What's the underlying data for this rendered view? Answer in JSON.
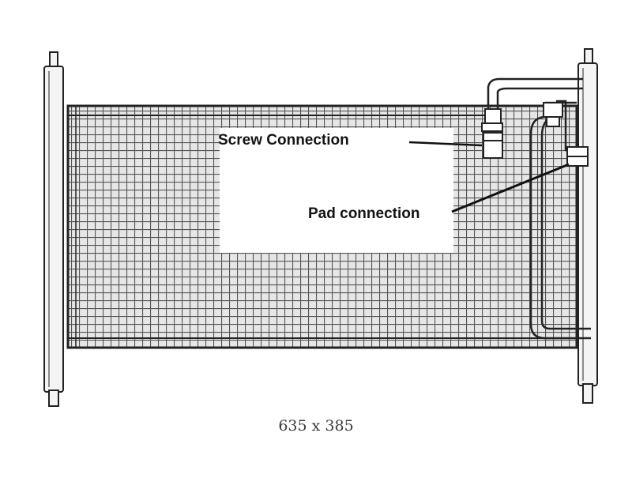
{
  "diagram": {
    "labels": {
      "screw_connection": "Screw Connection",
      "pad_connection": "Pad connection"
    },
    "caption": "635 x 385"
  },
  "colors": {
    "ink": "#1e1e1e",
    "mesh": "#555555",
    "background": "#ffffff"
  }
}
